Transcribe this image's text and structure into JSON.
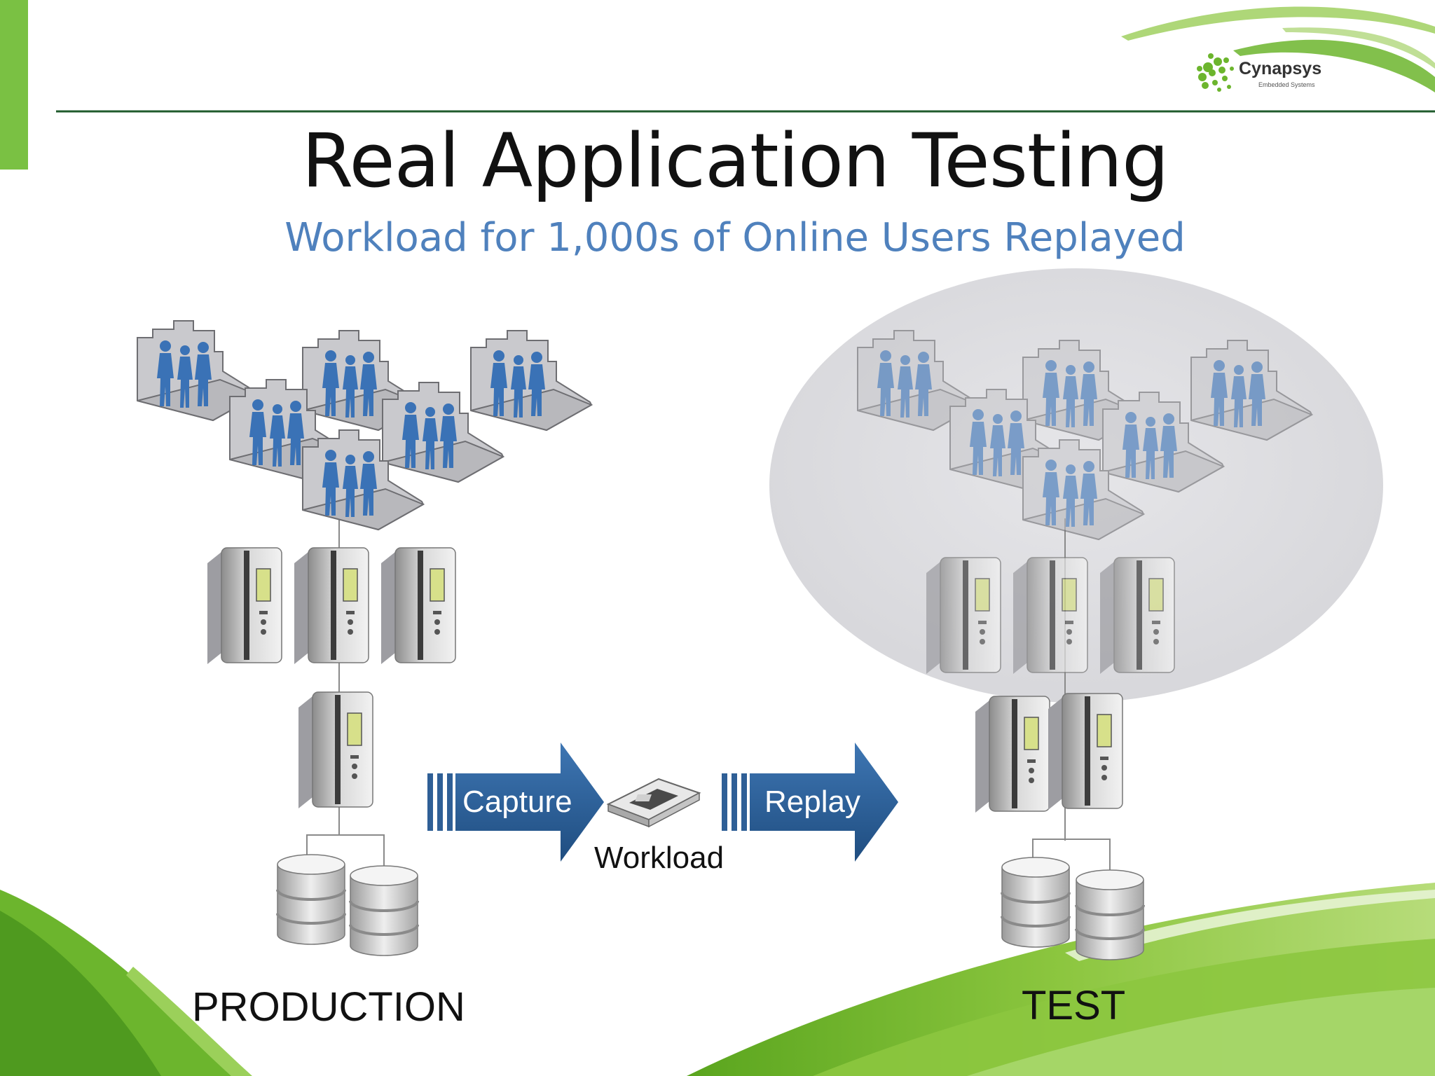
{
  "slide": {
    "title": "Real Application Testing",
    "subtitle": "Workload for 1,000s of Online Users Replayed"
  },
  "logo": {
    "name": "Cynapsys",
    "tagline": "Embedded Systems"
  },
  "flow": {
    "capture_label": "Capture",
    "replay_label": "Replay",
    "workload_label": "Workload"
  },
  "environments": {
    "production_label": "PRODUCTION",
    "test_label": "TEST"
  },
  "colors": {
    "brand_green": "#7ac143",
    "subtitle_blue": "#4f81bd",
    "arrow_blue": "#2f5f96",
    "user_blue": "#3a72b6",
    "test_bubble": "#dcdcdf"
  },
  "icons": [
    "user-group-icon",
    "server-icon",
    "database-icon",
    "workload-device-icon",
    "capture-arrow-icon",
    "replay-arrow-icon"
  ]
}
